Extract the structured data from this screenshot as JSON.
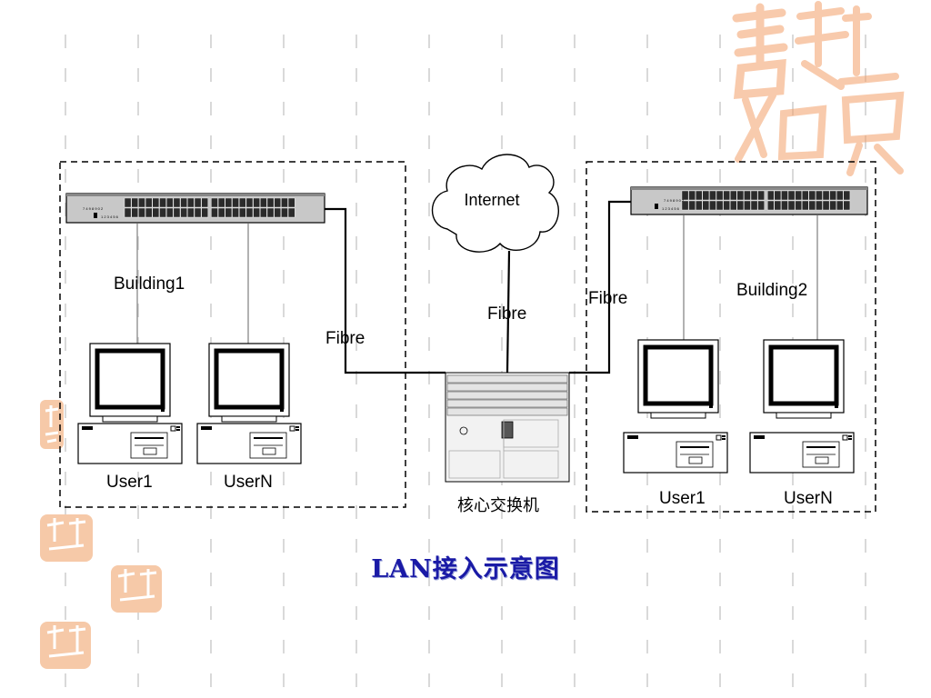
{
  "diagram": {
    "internet_label": "Internet",
    "core_switch_label": "核心交换机",
    "caption": "LAN接入示意图",
    "building1": {
      "name": "Building1",
      "fibre_label": "Fibre",
      "users": [
        "User1",
        "UserN"
      ]
    },
    "building2": {
      "name": "Building2",
      "fibre_label": "Fibre",
      "users": [
        "User1",
        "UserN"
      ]
    },
    "uplink_fibre_label": "Fibre",
    "switch_model_text": "7 4 9 8 9 0 2",
    "switch_port_text": "1 2 3 4 5 6"
  },
  "decoration": {
    "watermark_text": "吉祥如意",
    "watermark_color": "#f3a06a",
    "grid_dash_color": "#d9d9d9"
  }
}
